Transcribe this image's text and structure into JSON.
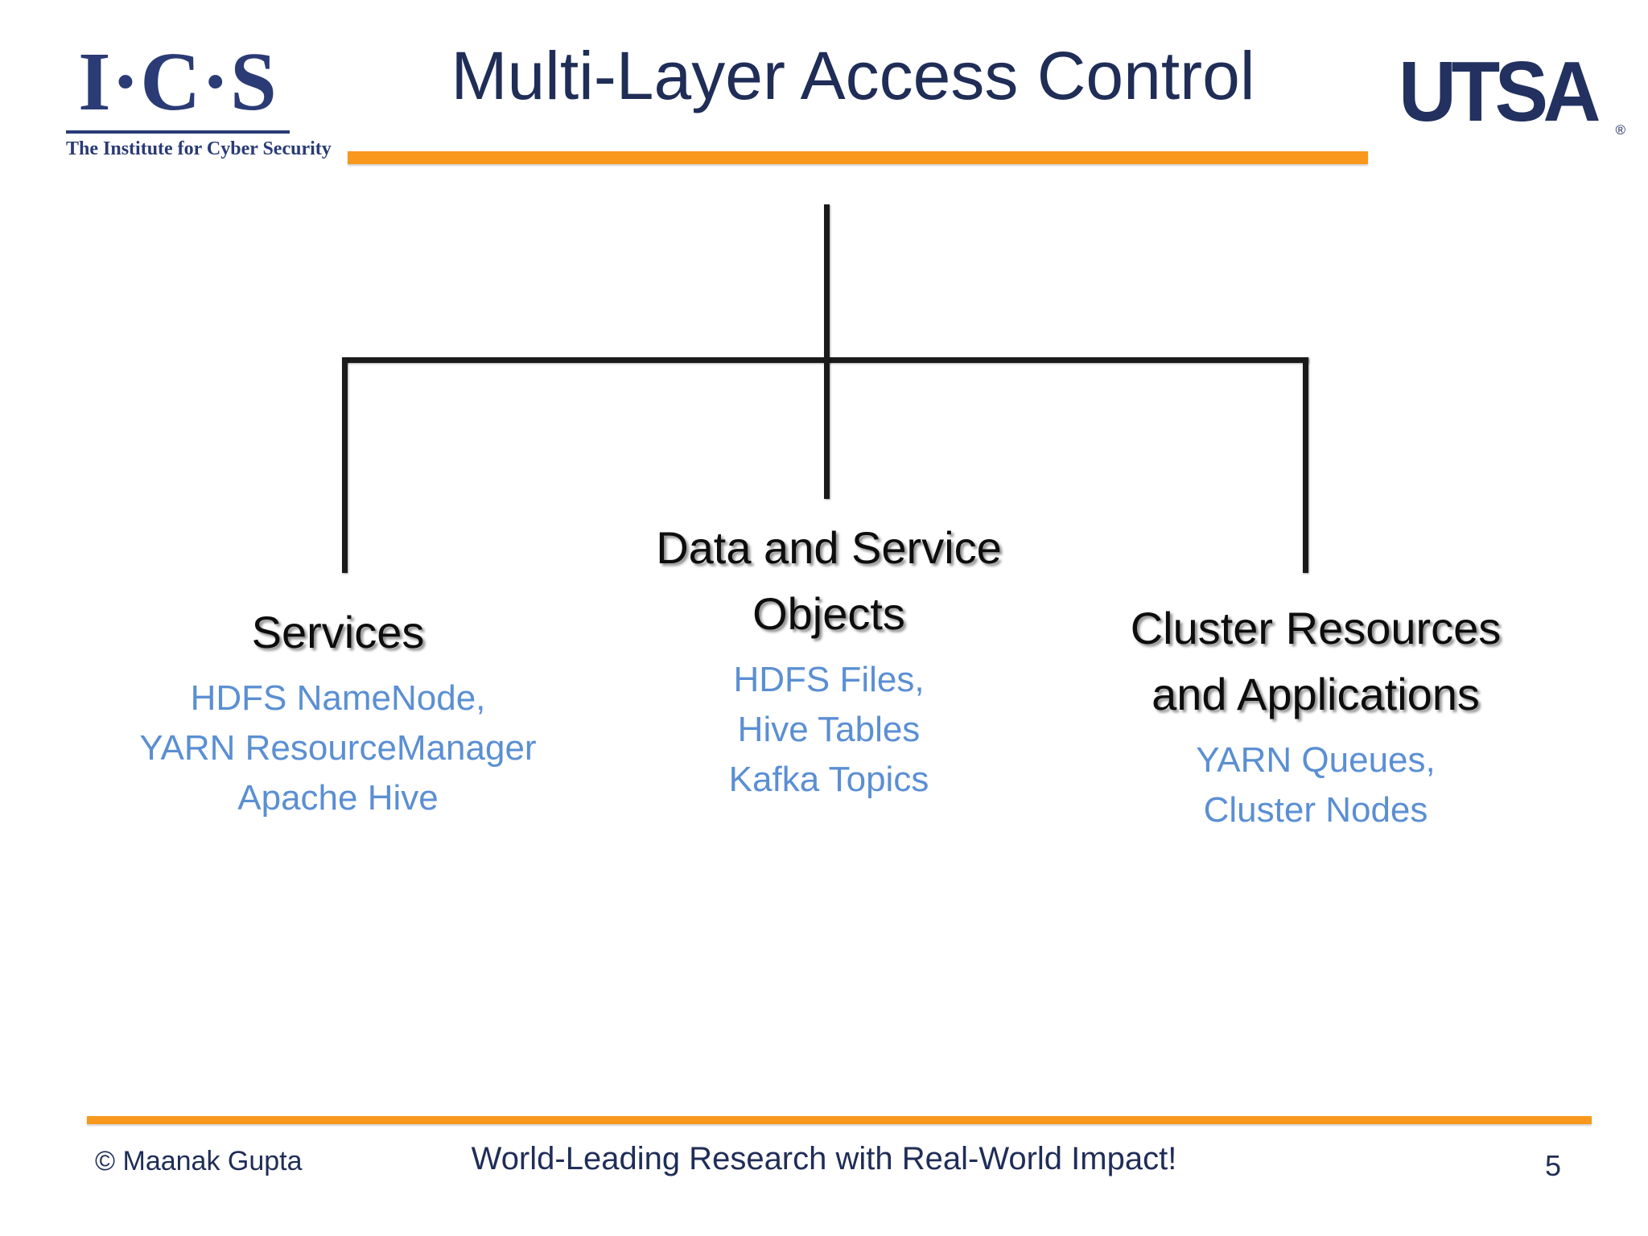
{
  "slide": {
    "title": "Multi-Layer Access Control",
    "page_number": "5",
    "accent_orange": "#F8981D",
    "navy": "#1F2D57",
    "node_blue": "#5B8FD3"
  },
  "logos": {
    "ics": {
      "wordmark": "I·C·S",
      "tagline": "The Institute for Cyber Security"
    },
    "utsa": {
      "wordmark": "UTSA",
      "registered_mark": "®"
    }
  },
  "diagram": {
    "type": "tree",
    "nodes": [
      {
        "id": "services",
        "title": "Services",
        "items": [
          "HDFS NameNode,",
          "YARN ResourceManager",
          "Apache Hive"
        ]
      },
      {
        "id": "data-and-service-objects",
        "title_line1": "Data and Service",
        "title_line2": "Objects",
        "items": [
          "HDFS Files,",
          "Hive Tables",
          "Kafka Topics"
        ]
      },
      {
        "id": "cluster-resources-and-applications",
        "title_line1": "Cluster Resources",
        "title_line2": "and Applications",
        "items": [
          "YARN Queues,",
          "Cluster Nodes"
        ]
      }
    ]
  },
  "footer": {
    "copyright": "© Maanak Gupta",
    "tagline": "World-Leading Research with Real-World Impact!"
  }
}
